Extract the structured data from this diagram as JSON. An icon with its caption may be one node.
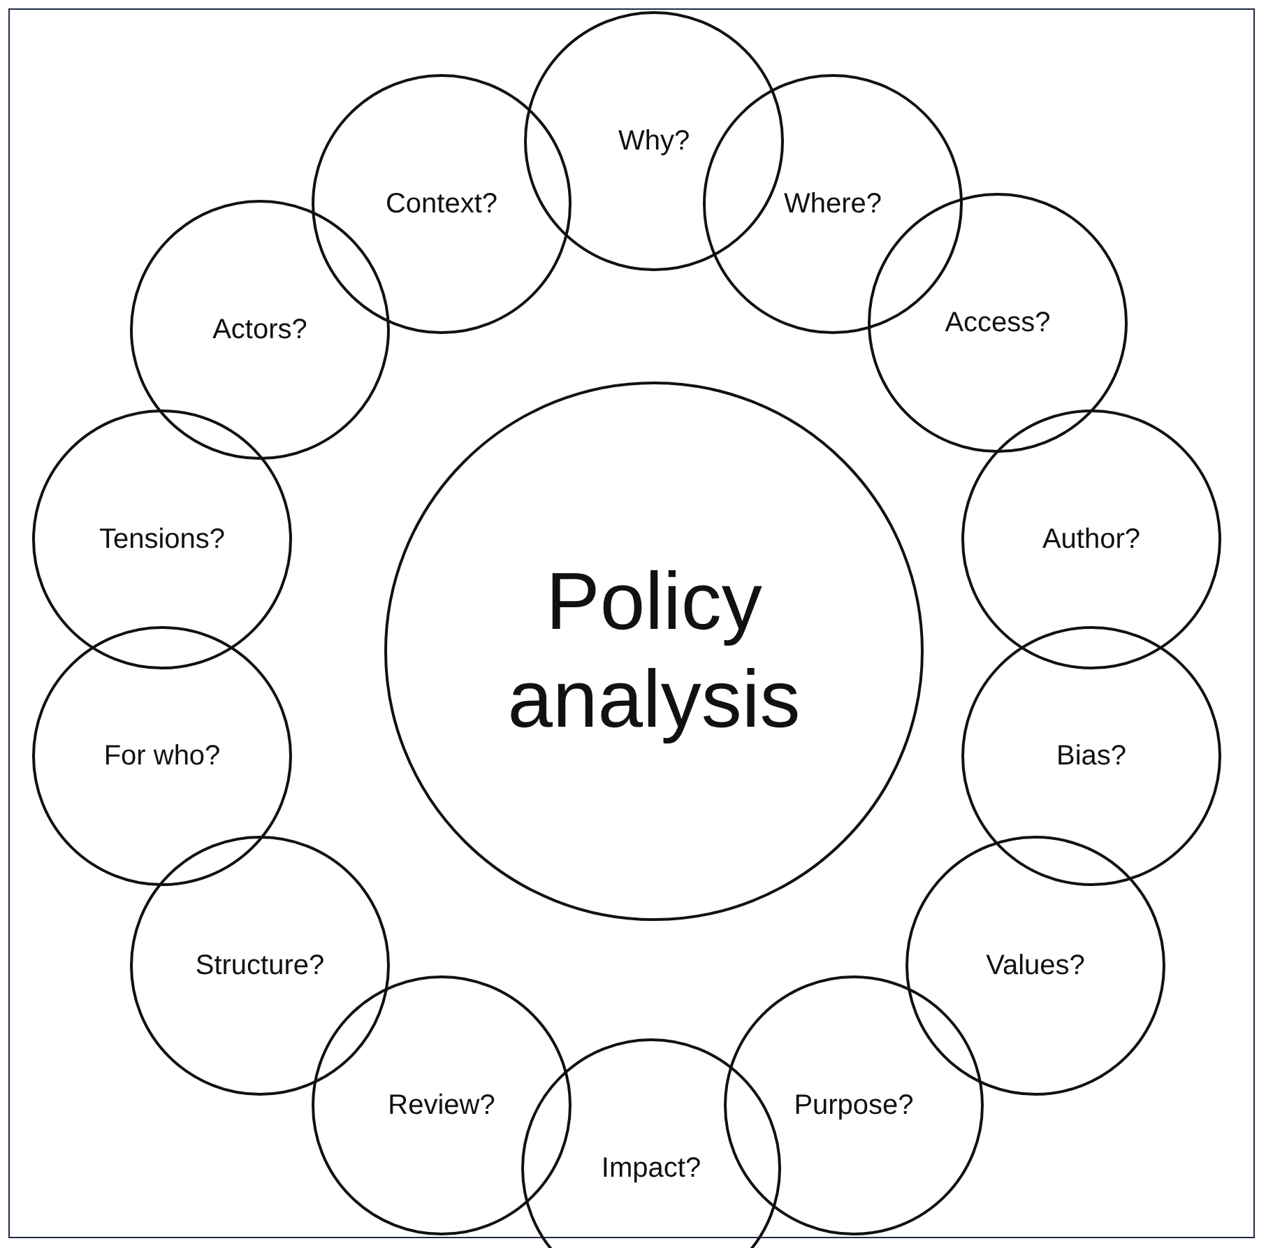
{
  "diagram": {
    "nodes": [
      {
        "text": [
          "Policy analysis"
        ]
      },
      {
        "text": [
          "Why?"
        ]
      },
      {
        "text": [
          "Where?"
        ]
      },
      {
        "text": [
          "Access?"
        ]
      },
      {
        "text": [
          "Author?"
        ]
      },
      {
        "text": [
          "Bias?"
        ]
      },
      {
        "text": [
          "Values?"
        ]
      },
      {
        "text": [
          "Purpose?"
        ]
      },
      {
        "text": [
          "Impact?"
        ]
      },
      {
        "text": [
          "Review?"
        ]
      },
      {
        "text": [
          "Structure?"
        ]
      },
      {
        "text": [
          "For who?"
        ]
      },
      {
        "text": [
          "Tensions?"
        ]
      },
      {
        "text": [
          "Actors?"
        ]
      },
      {
        "text": [
          "Context?"
        ]
      }
    ]
  }
}
